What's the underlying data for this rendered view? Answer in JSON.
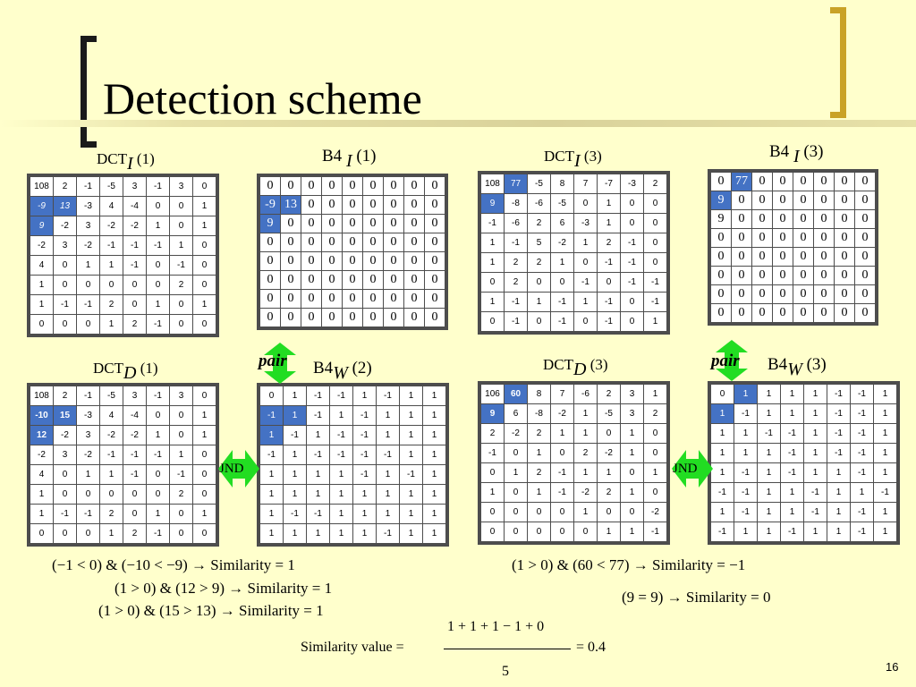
{
  "title": "Detection scheme",
  "page_number": "16",
  "labels": {
    "dct_i_1": {
      "main": "DCT",
      "sub": "I",
      "arg": "(1)"
    },
    "b4_i_1": {
      "main": "B4",
      "sub": "I",
      "arg": "(1)"
    },
    "dct_i_3": {
      "main": "DCT",
      "sub": "I",
      "arg": "(3)"
    },
    "b4_i_3": {
      "main": "B4",
      "sub": "I",
      "arg": "(3)"
    },
    "dct_d_1": {
      "main": "DCT",
      "sub": "D",
      "arg": "(1)"
    },
    "b4_w_2": {
      "main": "B4",
      "sub": "W",
      "arg": "(2)"
    },
    "dct_d_3": {
      "main": "DCT",
      "sub": "D",
      "arg": "(3)"
    },
    "b4_w_3": {
      "main": "B4",
      "sub": "W",
      "arg": "(3)"
    }
  },
  "pair_label": "pair",
  "jnd_label": "JND",
  "matrices": {
    "dct_i_1": [
      [
        "108",
        "2",
        "-1",
        "-5",
        "3",
        "-1",
        "3",
        "0"
      ],
      [
        "-9",
        "13",
        "-3",
        "4",
        "-4",
        "0",
        "0",
        "1"
      ],
      [
        "9",
        "-2",
        "3",
        "-2",
        "-2",
        "1",
        "0",
        "1"
      ],
      [
        "-2",
        "3",
        "-2",
        "-1",
        "-1",
        "-1",
        "1",
        "0"
      ],
      [
        "4",
        "0",
        "1",
        "1",
        "-1",
        "0",
        "-1",
        "0"
      ],
      [
        "1",
        "0",
        "0",
        "0",
        "0",
        "0",
        "2",
        "0"
      ],
      [
        "1",
        "-1",
        "-1",
        "2",
        "0",
        "1",
        "0",
        "1"
      ],
      [
        "0",
        "0",
        "0",
        "1",
        "2",
        "-1",
        "0",
        "0"
      ]
    ],
    "b4_i_1": [
      [
        "0",
        "0",
        "0",
        "0",
        "0",
        "0",
        "0",
        "0",
        "0"
      ],
      [
        "-9",
        "13",
        "0",
        "0",
        "0",
        "0",
        "0",
        "0",
        "0"
      ],
      [
        "9",
        "0",
        "0",
        "0",
        "0",
        "0",
        "0",
        "0",
        "0"
      ],
      [
        "0",
        "0",
        "0",
        "0",
        "0",
        "0",
        "0",
        "0",
        "0"
      ],
      [
        "0",
        "0",
        "0",
        "0",
        "0",
        "0",
        "0",
        "0",
        "0"
      ],
      [
        "0",
        "0",
        "0",
        "0",
        "0",
        "0",
        "0",
        "0",
        "0"
      ],
      [
        "0",
        "0",
        "0",
        "0",
        "0",
        "0",
        "0",
        "0",
        "0"
      ],
      [
        "0",
        "0",
        "0",
        "0",
        "0",
        "0",
        "0",
        "0",
        "0"
      ]
    ],
    "dct_i_3": [
      [
        "108",
        "77",
        "-5",
        "8",
        "7",
        "-7",
        "-3",
        "2"
      ],
      [
        "9",
        "-8",
        "-6",
        "-5",
        "0",
        "1",
        "0",
        "0"
      ],
      [
        "-1",
        "-6",
        "2",
        "6",
        "-3",
        "1",
        "0",
        "0"
      ],
      [
        "1",
        "-1",
        "5",
        "-2",
        "1",
        "2",
        "-1",
        "0"
      ],
      [
        "1",
        "2",
        "2",
        "1",
        "0",
        "-1",
        "-1",
        "0"
      ],
      [
        "0",
        "2",
        "0",
        "0",
        "-1",
        "0",
        "-1",
        "-1"
      ],
      [
        "1",
        "-1",
        "1",
        "-1",
        "1",
        "-1",
        "0",
        "-1"
      ],
      [
        "0",
        "-1",
        "0",
        "-1",
        "0",
        "-1",
        "0",
        "1"
      ]
    ],
    "b4_i_3": [
      [
        "0",
        "77",
        "0",
        "0",
        "0",
        "0",
        "0",
        "0"
      ],
      [
        "9",
        "0",
        "0",
        "0",
        "0",
        "0",
        "0",
        "0"
      ],
      [
        "9",
        "0",
        "0",
        "0",
        "0",
        "0",
        "0",
        "0"
      ],
      [
        "0",
        "0",
        "0",
        "0",
        "0",
        "0",
        "0",
        "0"
      ],
      [
        "0",
        "0",
        "0",
        "0",
        "0",
        "0",
        "0",
        "0"
      ],
      [
        "0",
        "0",
        "0",
        "0",
        "0",
        "0",
        "0",
        "0"
      ],
      [
        "0",
        "0",
        "0",
        "0",
        "0",
        "0",
        "0",
        "0"
      ],
      [
        "0",
        "0",
        "0",
        "0",
        "0",
        "0",
        "0",
        "0"
      ]
    ],
    "dct_d_1": [
      [
        "108",
        "2",
        "-1",
        "-5",
        "3",
        "-1",
        "3",
        "0"
      ],
      [
        "-10",
        "15",
        "-3",
        "4",
        "-4",
        "0",
        "0",
        "1"
      ],
      [
        "12",
        "-2",
        "3",
        "-2",
        "-2",
        "1",
        "0",
        "1"
      ],
      [
        "-2",
        "3",
        "-2",
        "-1",
        "-1",
        "-1",
        "1",
        "0"
      ],
      [
        "4",
        "0",
        "1",
        "1",
        "-1",
        "0",
        "-1",
        "0"
      ],
      [
        "1",
        "0",
        "0",
        "0",
        "0",
        "0",
        "2",
        "0"
      ],
      [
        "1",
        "-1",
        "-1",
        "2",
        "0",
        "1",
        "0",
        "1"
      ],
      [
        "0",
        "0",
        "0",
        "1",
        "2",
        "-1",
        "0",
        "0"
      ]
    ],
    "b4_w_2": [
      [
        "0",
        "1",
        "-1",
        "-1",
        "1",
        "-1",
        "1",
        "1"
      ],
      [
        "-1",
        "1",
        "-1",
        "1",
        "-1",
        "1",
        "1",
        "1"
      ],
      [
        "1",
        "-1",
        "1",
        "-1",
        "-1",
        "1",
        "1",
        "1"
      ],
      [
        "-1",
        "1",
        "-1",
        "-1",
        "-1",
        "-1",
        "1",
        "1"
      ],
      [
        "1",
        "1",
        "1",
        "1",
        "-1",
        "1",
        "-1",
        "1"
      ],
      [
        "1",
        "1",
        "1",
        "1",
        "1",
        "1",
        "1",
        "1"
      ],
      [
        "1",
        "-1",
        "-1",
        "1",
        "1",
        "1",
        "1",
        "1"
      ],
      [
        "1",
        "1",
        "1",
        "1",
        "1",
        "-1",
        "1",
        "1"
      ]
    ],
    "dct_d_3": [
      [
        "106",
        "60",
        "8",
        "7",
        "-6",
        "2",
        "3",
        "1"
      ],
      [
        "9",
        "6",
        "-8",
        "-2",
        "1",
        "-5",
        "3",
        "2"
      ],
      [
        "2",
        "-2",
        "2",
        "1",
        "1",
        "0",
        "1",
        "0"
      ],
      [
        "-1",
        "0",
        "1",
        "0",
        "2",
        "-2",
        "1",
        "0"
      ],
      [
        "0",
        "1",
        "2",
        "-1",
        "1",
        "1",
        "0",
        "1"
      ],
      [
        "1",
        "0",
        "1",
        "-1",
        "-2",
        "2",
        "1",
        "0"
      ],
      [
        "0",
        "0",
        "0",
        "0",
        "1",
        "0",
        "0",
        "-2"
      ],
      [
        "0",
        "0",
        "0",
        "0",
        "0",
        "1",
        "1",
        "-1"
      ]
    ],
    "b4_w_3": [
      [
        "0",
        "1",
        "1",
        "1",
        "1",
        "-1",
        "-1",
        "1"
      ],
      [
        "1",
        "-1",
        "1",
        "1",
        "1",
        "-1",
        "-1",
        "1"
      ],
      [
        "1",
        "1",
        "-1",
        "-1",
        "1",
        "-1",
        "-1",
        "1"
      ],
      [
        "1",
        "1",
        "1",
        "-1",
        "1",
        "-1",
        "-1",
        "1"
      ],
      [
        "1",
        "-1",
        "1",
        "-1",
        "1",
        "1",
        "-1",
        "1"
      ],
      [
        "-1",
        "-1",
        "1",
        "1",
        "-1",
        "1",
        "1",
        "-1"
      ],
      [
        "1",
        "-1",
        "1",
        "1",
        "-1",
        "1",
        "-1",
        "1"
      ],
      [
        "-1",
        "1",
        "1",
        "-1",
        "1",
        "1",
        "-1",
        "1"
      ]
    ]
  },
  "equations": {
    "left_1": "(−1 < 0) & (−10 < −9) → Similarity = 1",
    "left_2": "(1 > 0) & (12 > 9) → Similarity = 1",
    "left_3": "(1 > 0) & (15 > 13) → Similarity = 1",
    "right_1": "(1 > 0) & (60 < 77) → Similarity = −1",
    "right_2": "(9 = 9) → Similarity = 0",
    "sim_label": "Similarity value =",
    "numerator": "1 + 1 + 1 − 1 + 0",
    "denominator": "5",
    "result": "= 0.4"
  },
  "colors": {
    "background": "#FFFFCC",
    "highlight": "#4472C4",
    "arrow": "#22DD22",
    "bracket_gold": "#C9A227"
  }
}
